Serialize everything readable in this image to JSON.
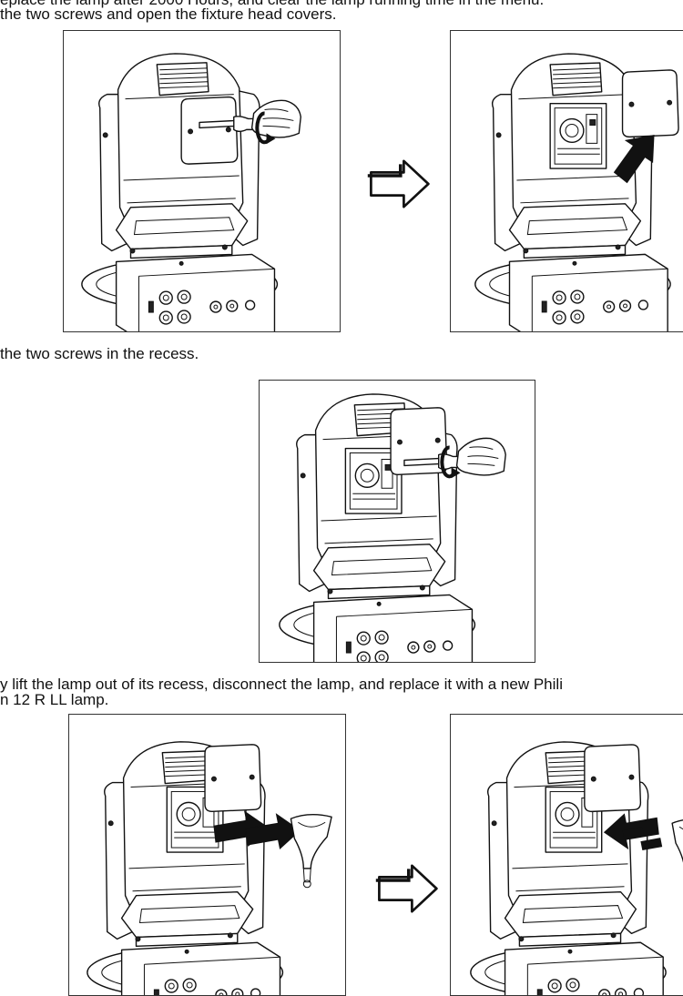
{
  "steps": [
    {
      "line1": "eplace the lamp after 2000 Hours, and clear the lamp running time in the menu.",
      "line2": "the two screws and open the fixture head covers."
    },
    {
      "line1": "the two screws in the recess."
    },
    {
      "line1": "y lift the lamp out of its recess, disconnect the lamp, and replace it with a new Phili",
      "line2": "n 12 R LL lamp."
    }
  ],
  "icons": {
    "step_arrow": "hollow-right-arrow-icon",
    "screwdriver": "screwdriver-hand-icon",
    "rotation": "rotate-arrow-icon",
    "lamp": "lamp-bulb-icon"
  }
}
